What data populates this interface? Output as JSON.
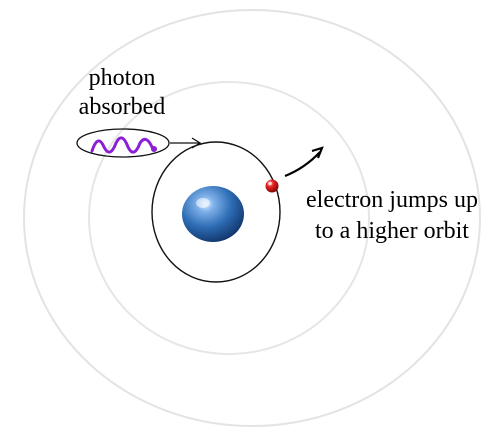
{
  "labels": {
    "photon_line1": "photon",
    "photon_line2": "absorbed",
    "electron_line1": "electron jumps up",
    "electron_line2": "to a higher orbit"
  },
  "colors": {
    "background": "#ffffff",
    "outer_orbit": "#e3e3e3",
    "middle_orbit": "#e6e6e6",
    "inner_orbit": "#111111",
    "nucleus": "#2e6db5",
    "electron": "#c81414",
    "photon_wave": "#8c1ed6",
    "arrows": "#000000"
  },
  "icons": {
    "nucleus": "blue-sphere",
    "electron": "red-sphere",
    "photon": "wave-squiggle"
  }
}
